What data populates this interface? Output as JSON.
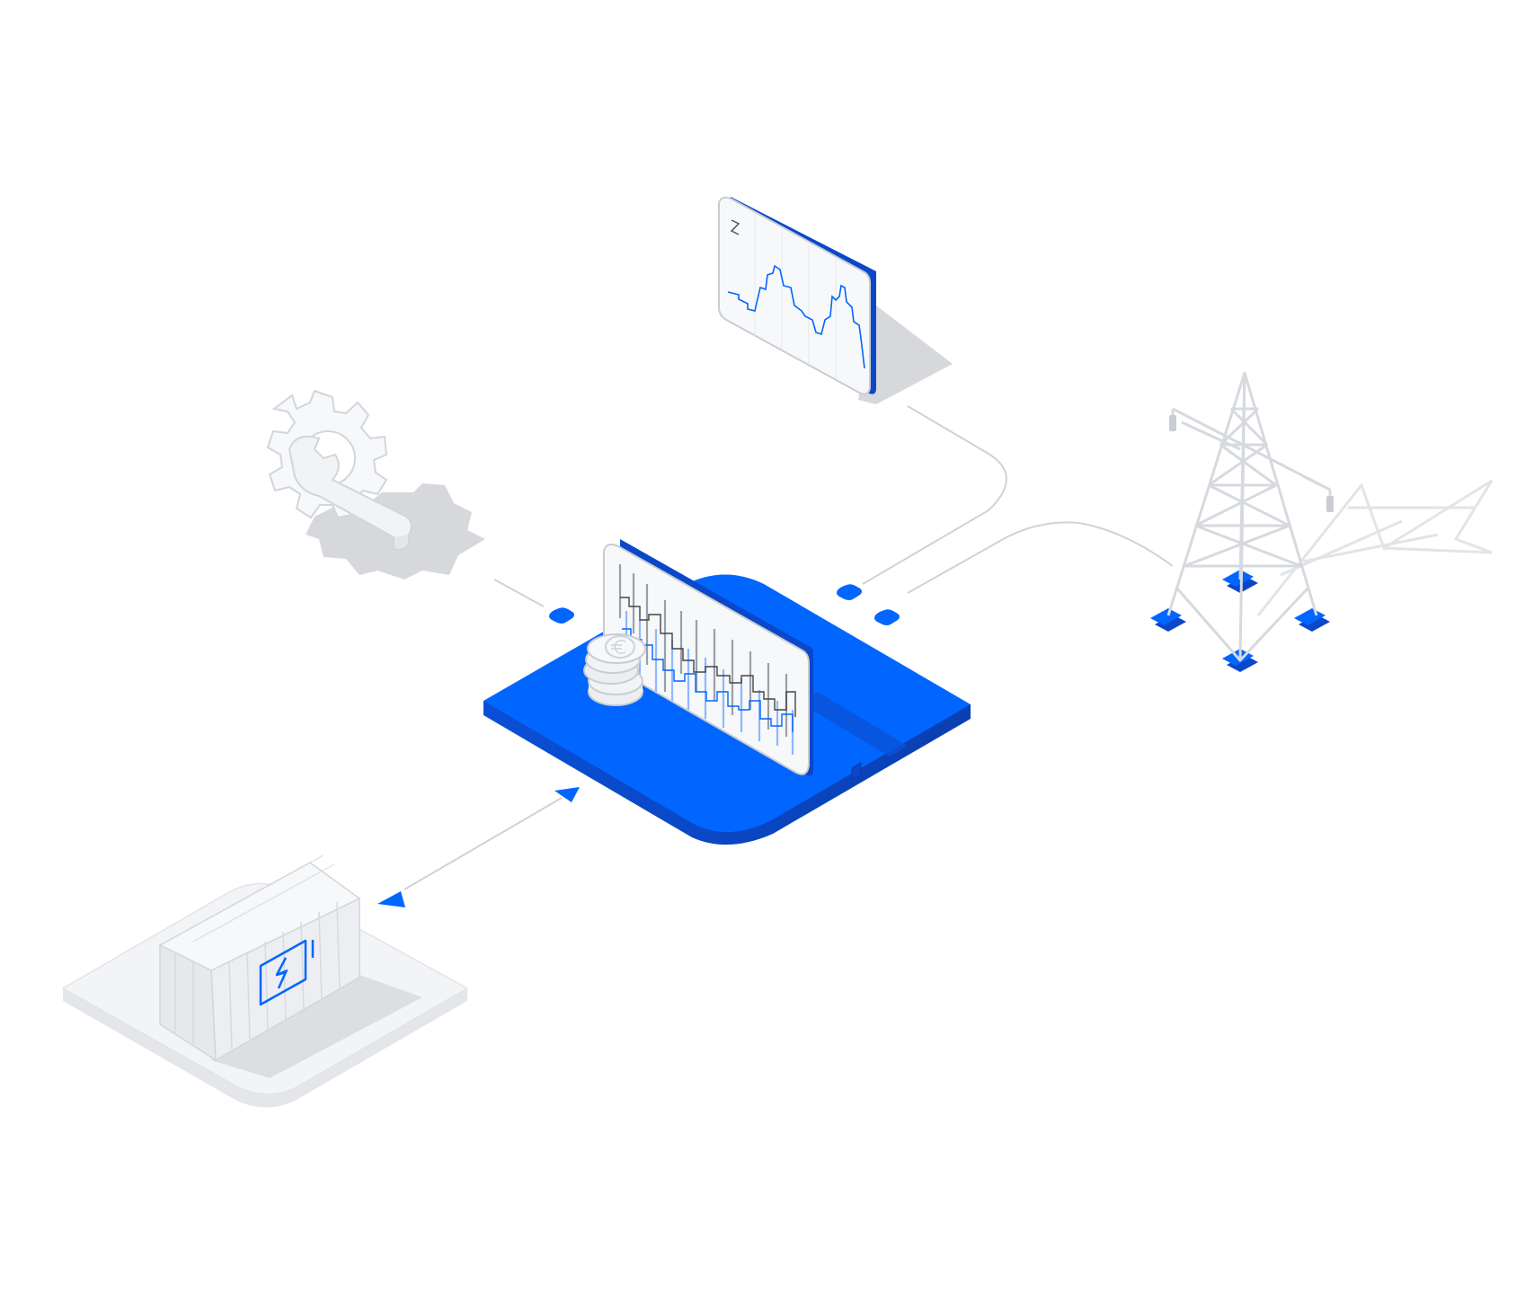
{
  "colors": {
    "background": "#ffffff",
    "brand_blue": "#0066ff",
    "brand_blue_dark": "#0a47c9",
    "brand_blue_light": "#8fb8ff",
    "device_white": "#f7f8fa",
    "outline_gray": "#c9ccd2",
    "shadow_gray": "#d6d8dc",
    "connector_gray": "#cfd2d6"
  },
  "nodes": [
    {
      "id": "trading-platform",
      "icon": "platform-chart-coins-icon"
    },
    {
      "id": "forecast-monitor",
      "icon": "line-chart-monitor-icon"
    },
    {
      "id": "maintenance",
      "icon": "gear-wrench-icon"
    },
    {
      "id": "power-grid",
      "icon": "transmission-tower-icon"
    },
    {
      "id": "battery-storage",
      "icon": "battery-container-icon"
    }
  ],
  "connectors": [
    {
      "from": "forecast-monitor",
      "to": "trading-platform",
      "style": "curved"
    },
    {
      "from": "maintenance",
      "to": "trading-platform",
      "style": "straight"
    },
    {
      "from": "power-grid",
      "to": "trading-platform",
      "style": "curved"
    },
    {
      "from": "battery-storage",
      "to": "trading-platform",
      "style": "bidirectional-arrow"
    }
  ],
  "icons": {
    "currency": "euro-coin-icon",
    "battery": "battery-charging-icon"
  }
}
